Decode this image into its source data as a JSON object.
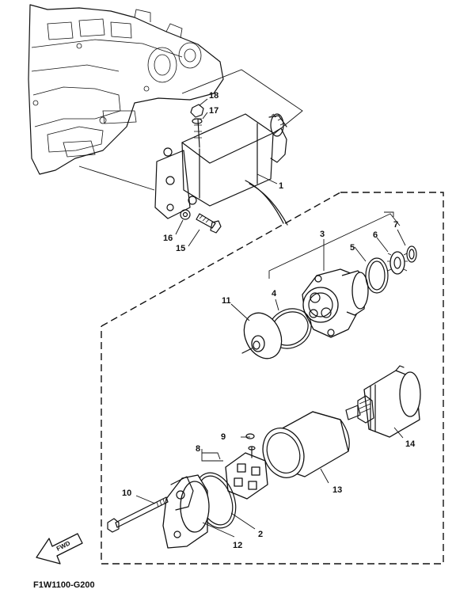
{
  "callouts": {
    "p1": "1",
    "p2": "2",
    "p3": "3",
    "p4": "4",
    "p5": "5",
    "p6": "6",
    "p7": "7",
    "p8": "8",
    "p9": "9",
    "p10": "10",
    "p11": "11",
    "p12": "12",
    "p13": "13",
    "p14": "14",
    "p15": "15",
    "p16": "16",
    "p17": "17",
    "p18": "18"
  },
  "arrow": {
    "label": "FWD"
  },
  "figure_code": "F1W1100-G200"
}
